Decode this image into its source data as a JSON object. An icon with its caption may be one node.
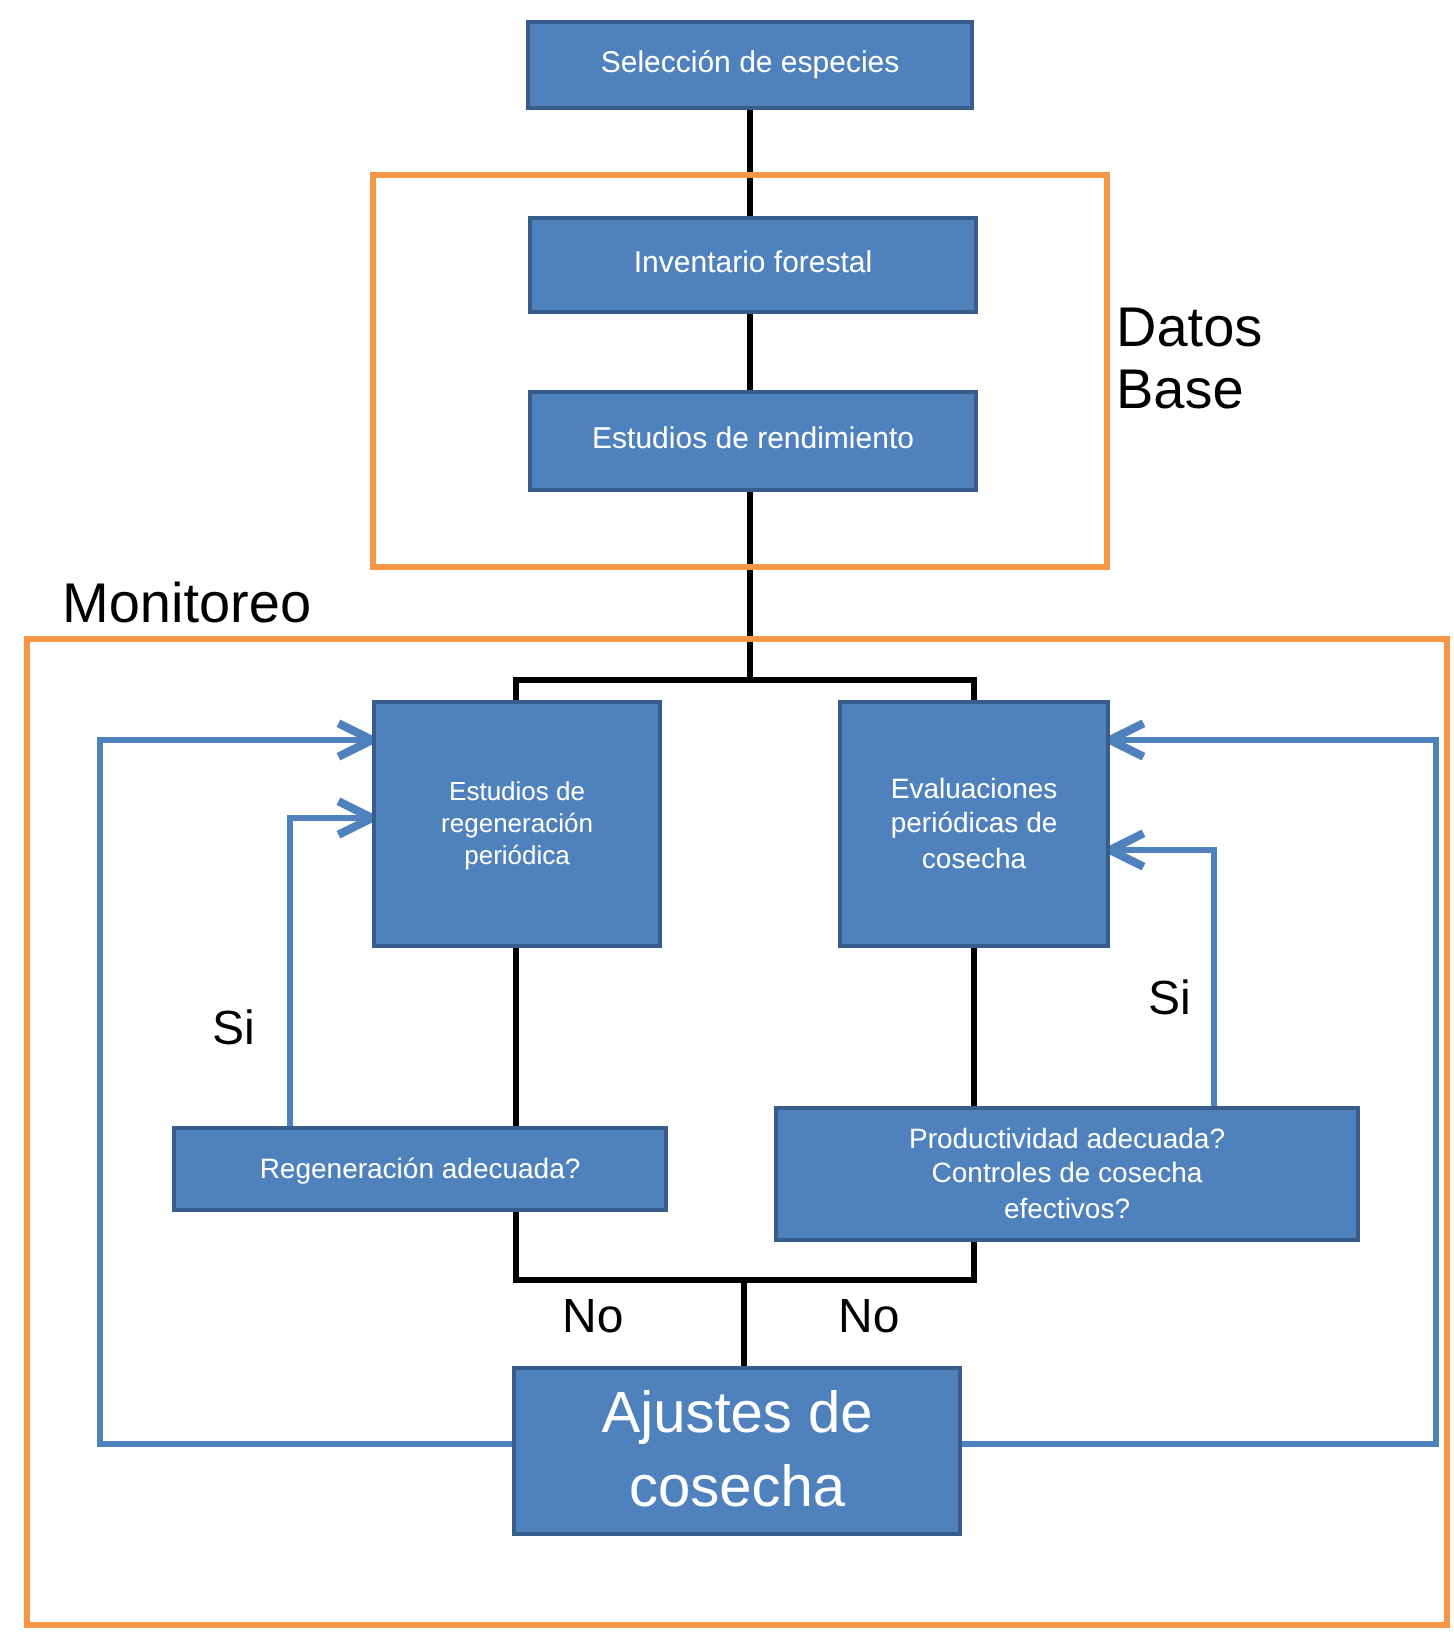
{
  "diagram": {
    "nodes": [
      {
        "text": [
          "Selección de especies"
        ]
      },
      {
        "text": [
          "Datos Base"
        ]
      },
      {
        "text": [
          "Inventario forestal"
        ],
        "in": 1
      },
      {
        "text": [
          "Estudios de rendimiento"
        ],
        "in": 1
      },
      {
        "text": [
          "Monitoreo"
        ]
      },
      {
        "text": [
          "Estudios de regeneración periódica"
        ],
        "in": 4
      },
      {
        "text": [
          "Evaluaciones periódicas de cosecha"
        ],
        "in": 4
      },
      {
        "text": [
          "Regeneración adecuada?"
        ],
        "in": 4
      },
      {
        "text": [
          "Productividad adecuada? Controles de cosecha efectivos?"
        ],
        "in": 4
      },
      {
        "text": [
          "Ajustes de cosecha"
        ],
        "in": 4
      }
    ],
    "edges": [
      {
        "from": 0,
        "to": 2,
        "arrow": "none"
      },
      {
        "from": 2,
        "to": 3,
        "arrow": "none"
      },
      {
        "from": 3,
        "to": 5,
        "arrow": "none"
      },
      {
        "from": 3,
        "to": 6,
        "arrow": "none"
      },
      {
        "from": 5,
        "to": 7,
        "arrow": "none"
      },
      {
        "from": 6,
        "to": 8,
        "arrow": "none"
      },
      {
        "from": 7,
        "to": 9,
        "arrow": "none",
        "label": "No"
      },
      {
        "from": 8,
        "to": 9,
        "arrow": "none",
        "label": "No"
      },
      {
        "from": 7,
        "to": 5,
        "arrow": "to",
        "label": "Si",
        "color": "#4f81bd"
      },
      {
        "from": 8,
        "to": 6,
        "arrow": "to",
        "label": "Si",
        "color": "#4f81bd"
      },
      {
        "from": 9,
        "to": 5,
        "arrow": "to",
        "color": "#4f81bd"
      },
      {
        "from": 9,
        "to": 6,
        "arrow": "to",
        "color": "#4f81bd"
      }
    ]
  }
}
